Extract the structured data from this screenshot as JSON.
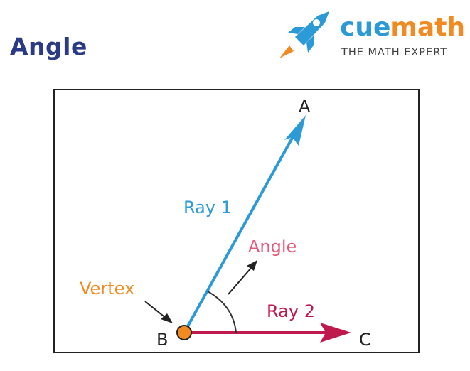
{
  "page": {
    "title": "Angle"
  },
  "logo": {
    "word_part1": "cue",
    "word_part2": "math",
    "tagline": "THE MATH EXPERT",
    "icon": "rocket-icon"
  },
  "diagram": {
    "points": {
      "a": "A",
      "b": "B",
      "c": "C"
    },
    "labels": {
      "ray1": "Ray 1",
      "ray2": "Ray 2",
      "angle": "Angle",
      "vertex": "Vertex"
    },
    "colors": {
      "ray1": "#2b9ad6",
      "ray2": "#be1a4e",
      "angle": "#e85a7c",
      "vertex": "#f18b21",
      "frame": "#222222",
      "title": "#2b3a86"
    }
  }
}
